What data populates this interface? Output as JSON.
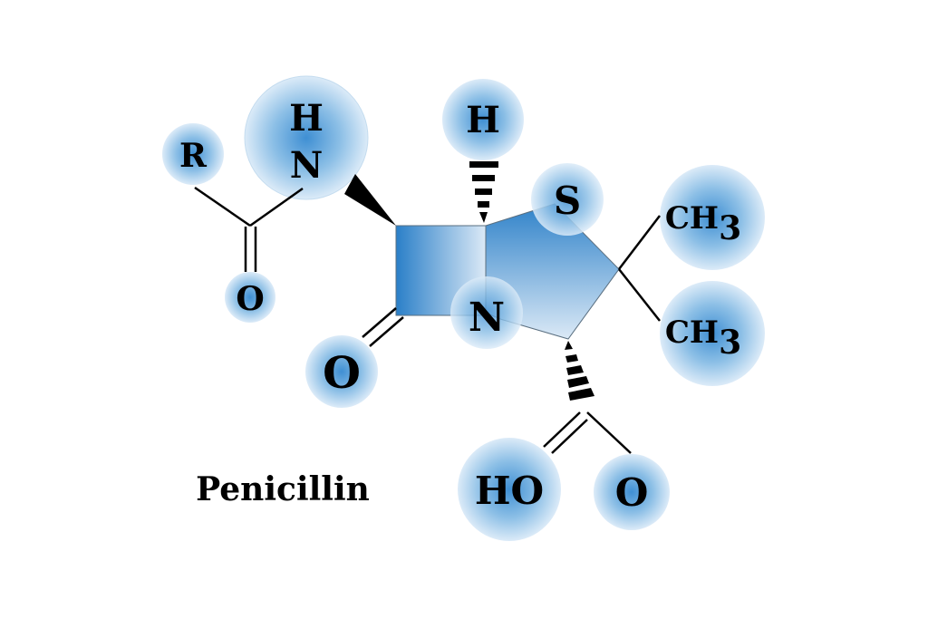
{
  "title": "Penicillin",
  "atoms": {
    "r": "R",
    "amide_h": "H",
    "amide_n": "N",
    "amide_o": "O",
    "ring_h": "H",
    "ring_s": "S",
    "ring_n": "N",
    "lactam_o": "O",
    "methyl_top": "CH",
    "methyl_top_sub": "3",
    "methyl_bottom": "CH",
    "methyl_bottom_sub": "3",
    "carboxyl_ho": "HO",
    "carboxyl_o": "O"
  },
  "colors": {
    "accent": "#2a7fc8",
    "glow": "#bcd9f0"
  }
}
